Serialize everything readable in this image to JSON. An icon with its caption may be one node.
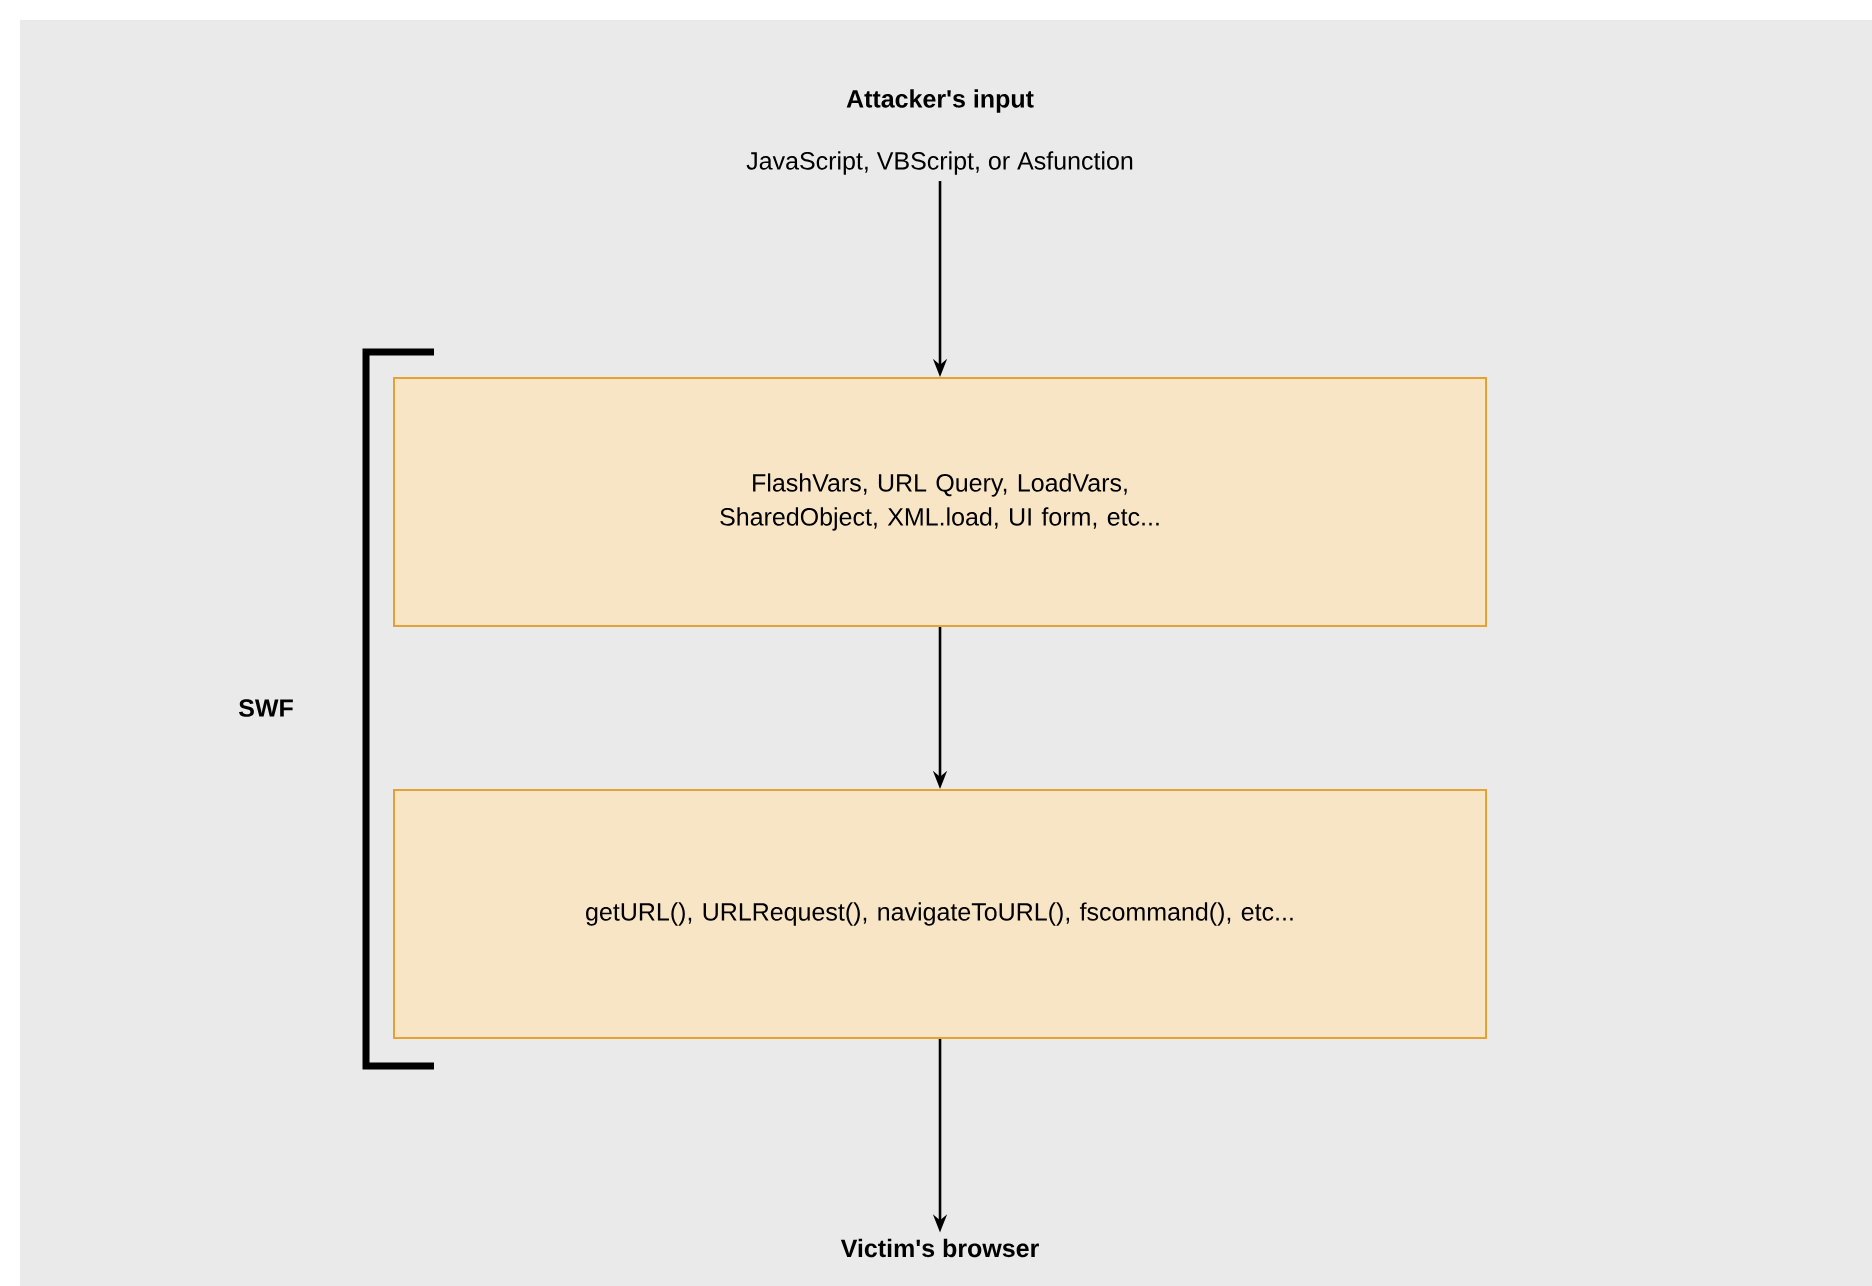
{
  "diagram": {
    "nodes": [
      {
        "text": [
          "Attacker's input",
          "JavaScript, VBScript, or Asfunction"
        ]
      },
      {
        "text": [
          "FlashVars, URL Query, LoadVars, SharedObject, XML.load, UI form, etc..."
        ]
      },
      {
        "text": [
          "getURL(), URLRequest(), navigateToURL(), fscommand(), etc..."
        ]
      },
      {
        "text": [
          "Victim's browser"
        ]
      }
    ],
    "edges": [
      {
        "from": 0,
        "to": 1,
        "arrow": "to"
      },
      {
        "from": 1,
        "to": 2,
        "arrow": "to"
      },
      {
        "from": 2,
        "to": 3,
        "arrow": "to"
      }
    ],
    "labels": [
      "SWF"
    ]
  }
}
